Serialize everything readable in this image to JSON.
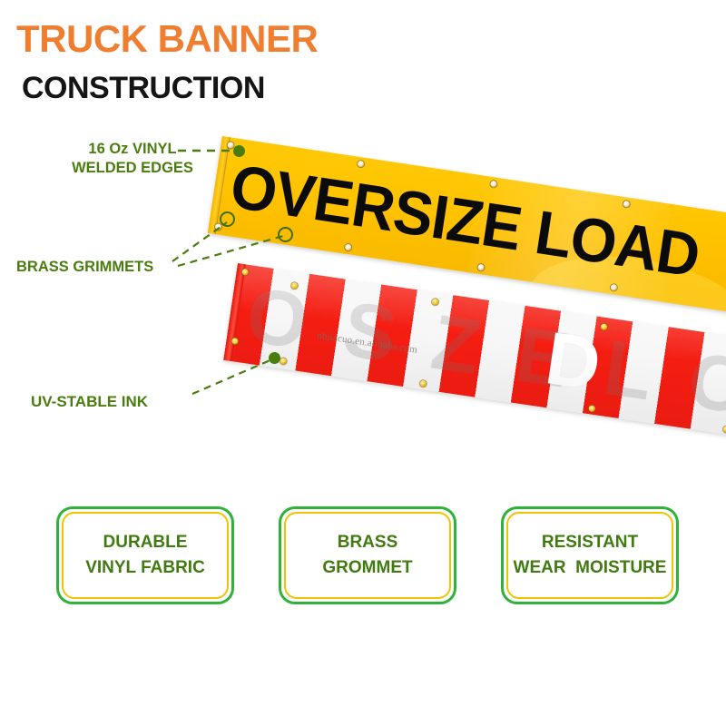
{
  "header": {
    "title": "TRUCK BANNER",
    "subtitle": "CONSTRUCTION"
  },
  "colors": {
    "title_orange": "#ef7e30",
    "subtitle_black": "#151515",
    "callout_green": "#4a7c0f",
    "box_border_green": "#2fb13a",
    "box_border_yellow": "#f0c400",
    "banner_yellow": "#ffc400",
    "banner_red": "#f51d12",
    "grommet_brass": "#f3cf3a"
  },
  "callouts": [
    {
      "id": "vinyl",
      "line1": "16 Oz VINYL",
      "line2": "WELDED EDGES"
    },
    {
      "id": "grommets",
      "line1": "BRASS GRIMMETS"
    },
    {
      "id": "uvink",
      "line1": "UV-STABLE INK"
    }
  ],
  "banners": {
    "yellow": {
      "text": "OVERSIZE  LOAD"
    },
    "red": {
      "letter": "D",
      "watermark": "nbjiacuo.en.alibaba.com"
    }
  },
  "features": [
    {
      "line1": "DURABLE",
      "line2": "VINYL FABRIC"
    },
    {
      "line1": "BRASS",
      "line2": "GROMMET"
    },
    {
      "line1": "RESISTANT",
      "line2": "WEAR  MOISTURE"
    }
  ]
}
